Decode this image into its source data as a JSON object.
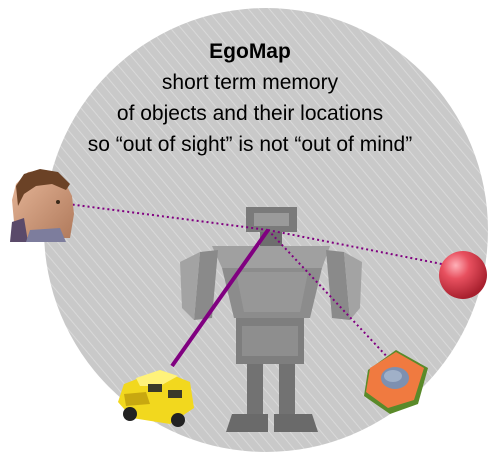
{
  "title": "EgoMap",
  "description_lines": [
    "short term memory",
    "of objects and their locations",
    "so “out of sight” is not “out of mind”"
  ],
  "colors": {
    "map_fill": "#c8c8c8",
    "robot": "#888888",
    "solid_link": "#800080",
    "dotted_link": "#800080",
    "ball": "#e8505f",
    "box": "#f07a40",
    "toy_car": "#f2d81e"
  },
  "objects": [
    {
      "name": "person",
      "link_style": "dotted"
    },
    {
      "name": "red-ball",
      "link_style": "dotted"
    },
    {
      "name": "toy-car",
      "link_style": "solid"
    },
    {
      "name": "orange-box",
      "link_style": "dotted"
    }
  ]
}
